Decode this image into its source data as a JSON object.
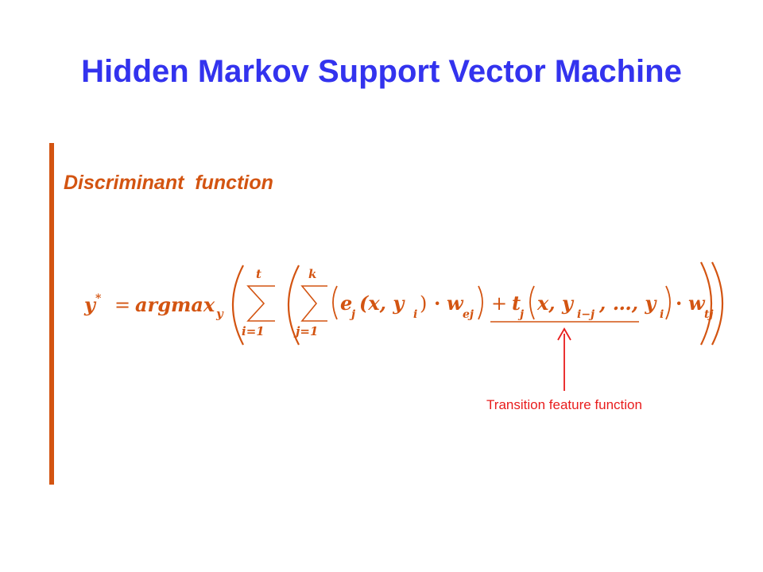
{
  "slide": {
    "title": "Hidden Markov Support Vector Machine",
    "subtitle": "Discriminant  function",
    "formula": {
      "lhs": "y",
      "lhs_sup": "*",
      "equals": "=",
      "argmax": "argmax",
      "argmax_sub": "y",
      "sum_outer_top": "t",
      "sum_outer_bottom": "i=1",
      "sum_inner_top": "k",
      "sum_inner_bottom": "j=1",
      "emission_fn": "e",
      "emission_sub": "j",
      "emission_args": "(x, y",
      "emission_args_sub": "i",
      "emission_args_close": ")",
      "dot": "·",
      "w1": "w",
      "w1_sub": "ej",
      "plus": "+",
      "transition_fn": "t",
      "transition_sub": "j",
      "transition_args": "x, y",
      "transition_args_sub": "i−j",
      "transition_args_mid": ", …, y",
      "transition_args_sub2": "i",
      "w2": "w",
      "w2_sub": "tj"
    },
    "annotation": "Transition feature function"
  },
  "colors": {
    "title": "#3333ee",
    "accent": "#d35411",
    "annotation": "#e81c1c"
  }
}
